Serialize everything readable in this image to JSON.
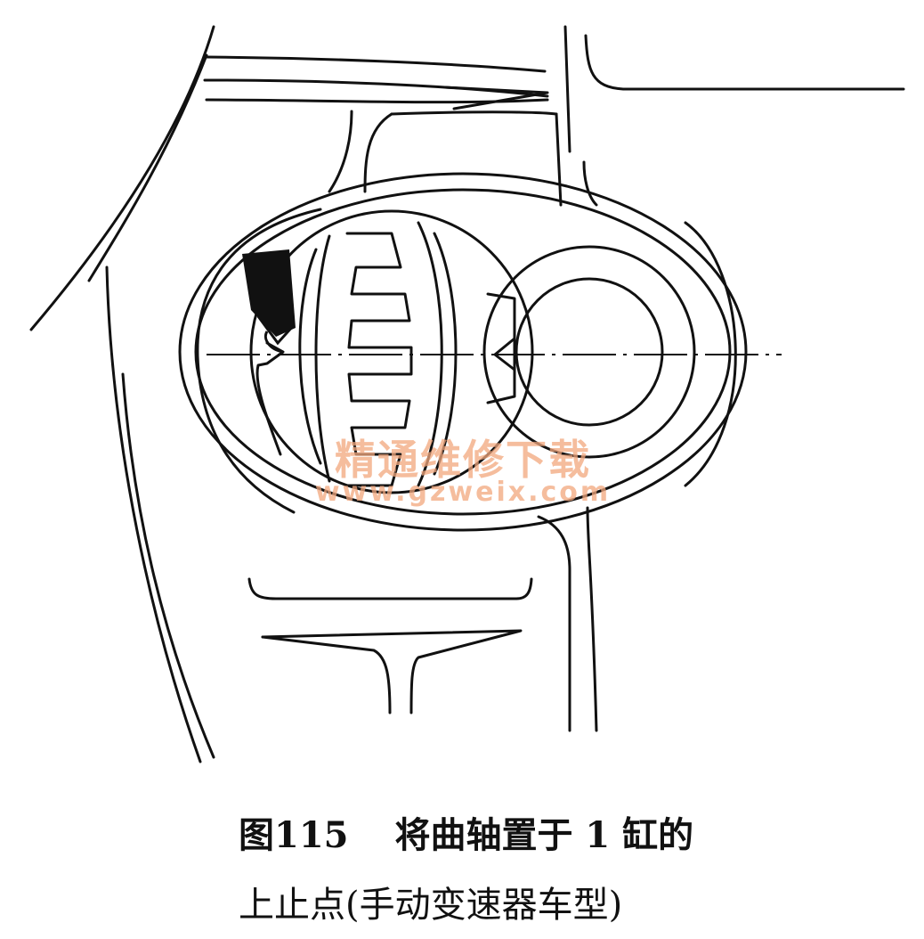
{
  "watermark": {
    "text_cn": "精通维修下载",
    "url": "www.gzweix.com"
  },
  "caption": {
    "figure_number": "图115",
    "line1_text": "将曲轴置于 1 缸的",
    "line2": "上止点(手动变速器车型)"
  },
  "colors": {
    "line": "#111111",
    "watermark": "#f2a77d",
    "arrow": "#111111"
  }
}
